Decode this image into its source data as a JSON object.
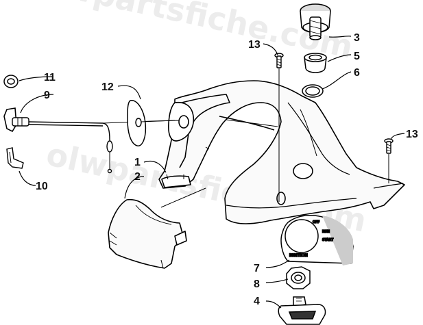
{
  "watermark": "olwpartsfiche.com",
  "callouts": [
    {
      "id": "c1",
      "label": "1"
    },
    {
      "id": "c2",
      "label": "2"
    },
    {
      "id": "c3",
      "label": "3"
    },
    {
      "id": "c4",
      "label": "4"
    },
    {
      "id": "c5",
      "label": "5"
    },
    {
      "id": "c6",
      "label": "6"
    },
    {
      "id": "c7",
      "label": "7"
    },
    {
      "id": "c8",
      "label": "8"
    },
    {
      "id": "c9",
      "label": "9"
    },
    {
      "id": "c10",
      "label": "10"
    },
    {
      "id": "c11",
      "label": "11"
    },
    {
      "id": "c12",
      "label": "12"
    },
    {
      "id": "c13a",
      "label": "13"
    },
    {
      "id": "c13b",
      "label": "13"
    }
  ],
  "ignition_plate": {
    "label": "IGNITION",
    "off": "OFF",
    "run": "RUN",
    "start": "START"
  }
}
